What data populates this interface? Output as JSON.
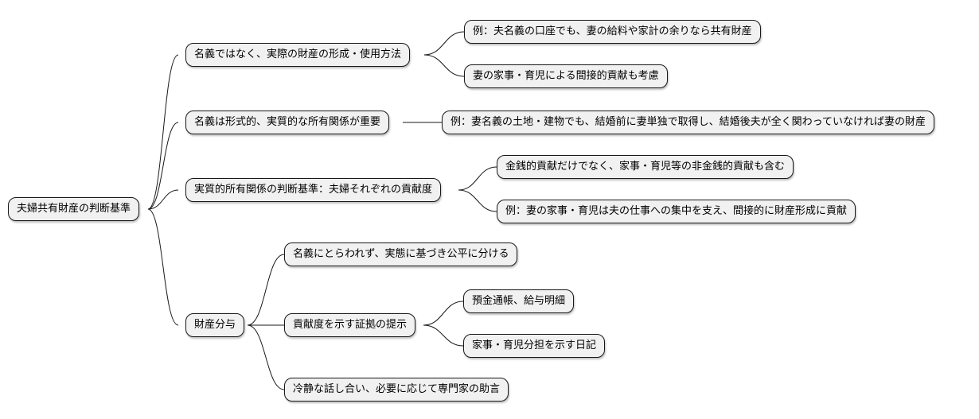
{
  "mindmap": {
    "root": "夫婦共有財産の判断基準",
    "branches": [
      {
        "label": "名義ではなく、実際の財産の形成・使用方法",
        "children": [
          "例：夫名義の口座でも、妻の給料や家計の余りなら共有財産",
          "妻の家事・育児による間接的貢献も考慮"
        ]
      },
      {
        "label": "名義は形式的、実質的な所有関係が重要",
        "children": [
          "例：妻名義の土地・建物でも、結婚前に妻単独で取得し、結婚後夫が全く関わっていなければ妻の財産"
        ]
      },
      {
        "label": "実質的所有関係の判断基準：夫婦それぞれの貢献度",
        "children": [
          "金銭的貢献だけでなく、家事・育児等の非金銭的貢献も含む",
          "例：妻の家事・育児は夫の仕事への集中を支え、間接的に財産形成に貢献"
        ]
      },
      {
        "label": "財産分与",
        "children": [
          "名義にとらわれず、実態に基づき公平に分ける",
          "貢献度を示す証拠の提示",
          "冷静な話し合い、必要に応じて専門家の助言"
        ],
        "grandchildren": [
          "預金通帳、給与明細",
          "家事・育児分担を示す日記"
        ]
      }
    ]
  }
}
